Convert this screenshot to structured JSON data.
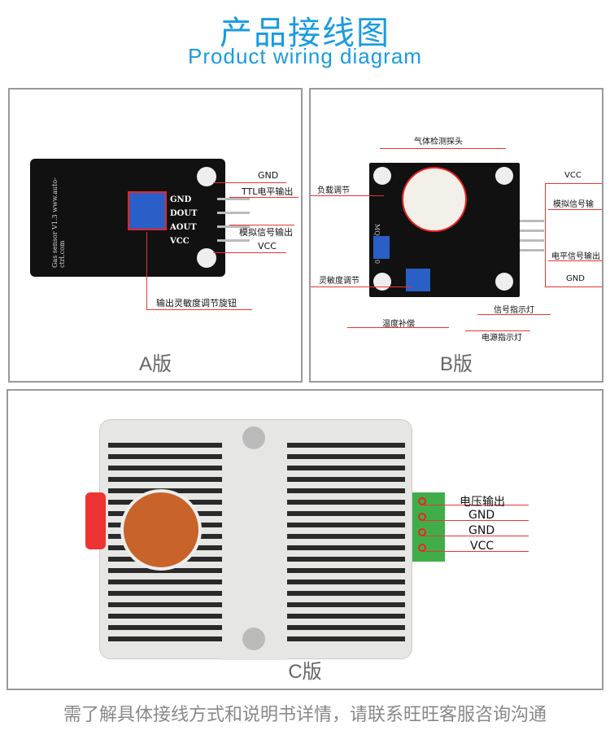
{
  "header": {
    "title": "产品接线图",
    "subtitle": "Product wiring diagram"
  },
  "panel_a": {
    "label": "A版",
    "board_text": "Gas sensor V1.3 www.auto-ctrl.com",
    "pins": [
      "GND",
      "DOUT",
      "AOUT",
      "VCC"
    ],
    "callouts": {
      "gnd": "GND",
      "ttl": "TTL电平输出",
      "analog": "模拟信号输出",
      "vcc": "VCC",
      "knob": "输出灵敏度调节旋钮"
    }
  },
  "panel_b": {
    "label": "B版",
    "board_text": "MQ-XL-V3.0",
    "callouts": {
      "probe": "气体检测探头",
      "load": "负载调节",
      "sensitivity": "灵敏度调节",
      "temp": "温度补偿",
      "signal_led": "信号指示灯",
      "power_led": "电源指示灯",
      "vcc": "VCC",
      "analog": "模拟信号输",
      "digital": "电平信号输出",
      "gnd": "GND"
    }
  },
  "panel_c": {
    "label": "C版",
    "terminals": [
      "电压输出",
      "GND",
      "GND",
      "VCC"
    ]
  },
  "footer": {
    "text": "需了解具体接线方式和说明书详情，请联系旺旺客服咨询沟通"
  }
}
